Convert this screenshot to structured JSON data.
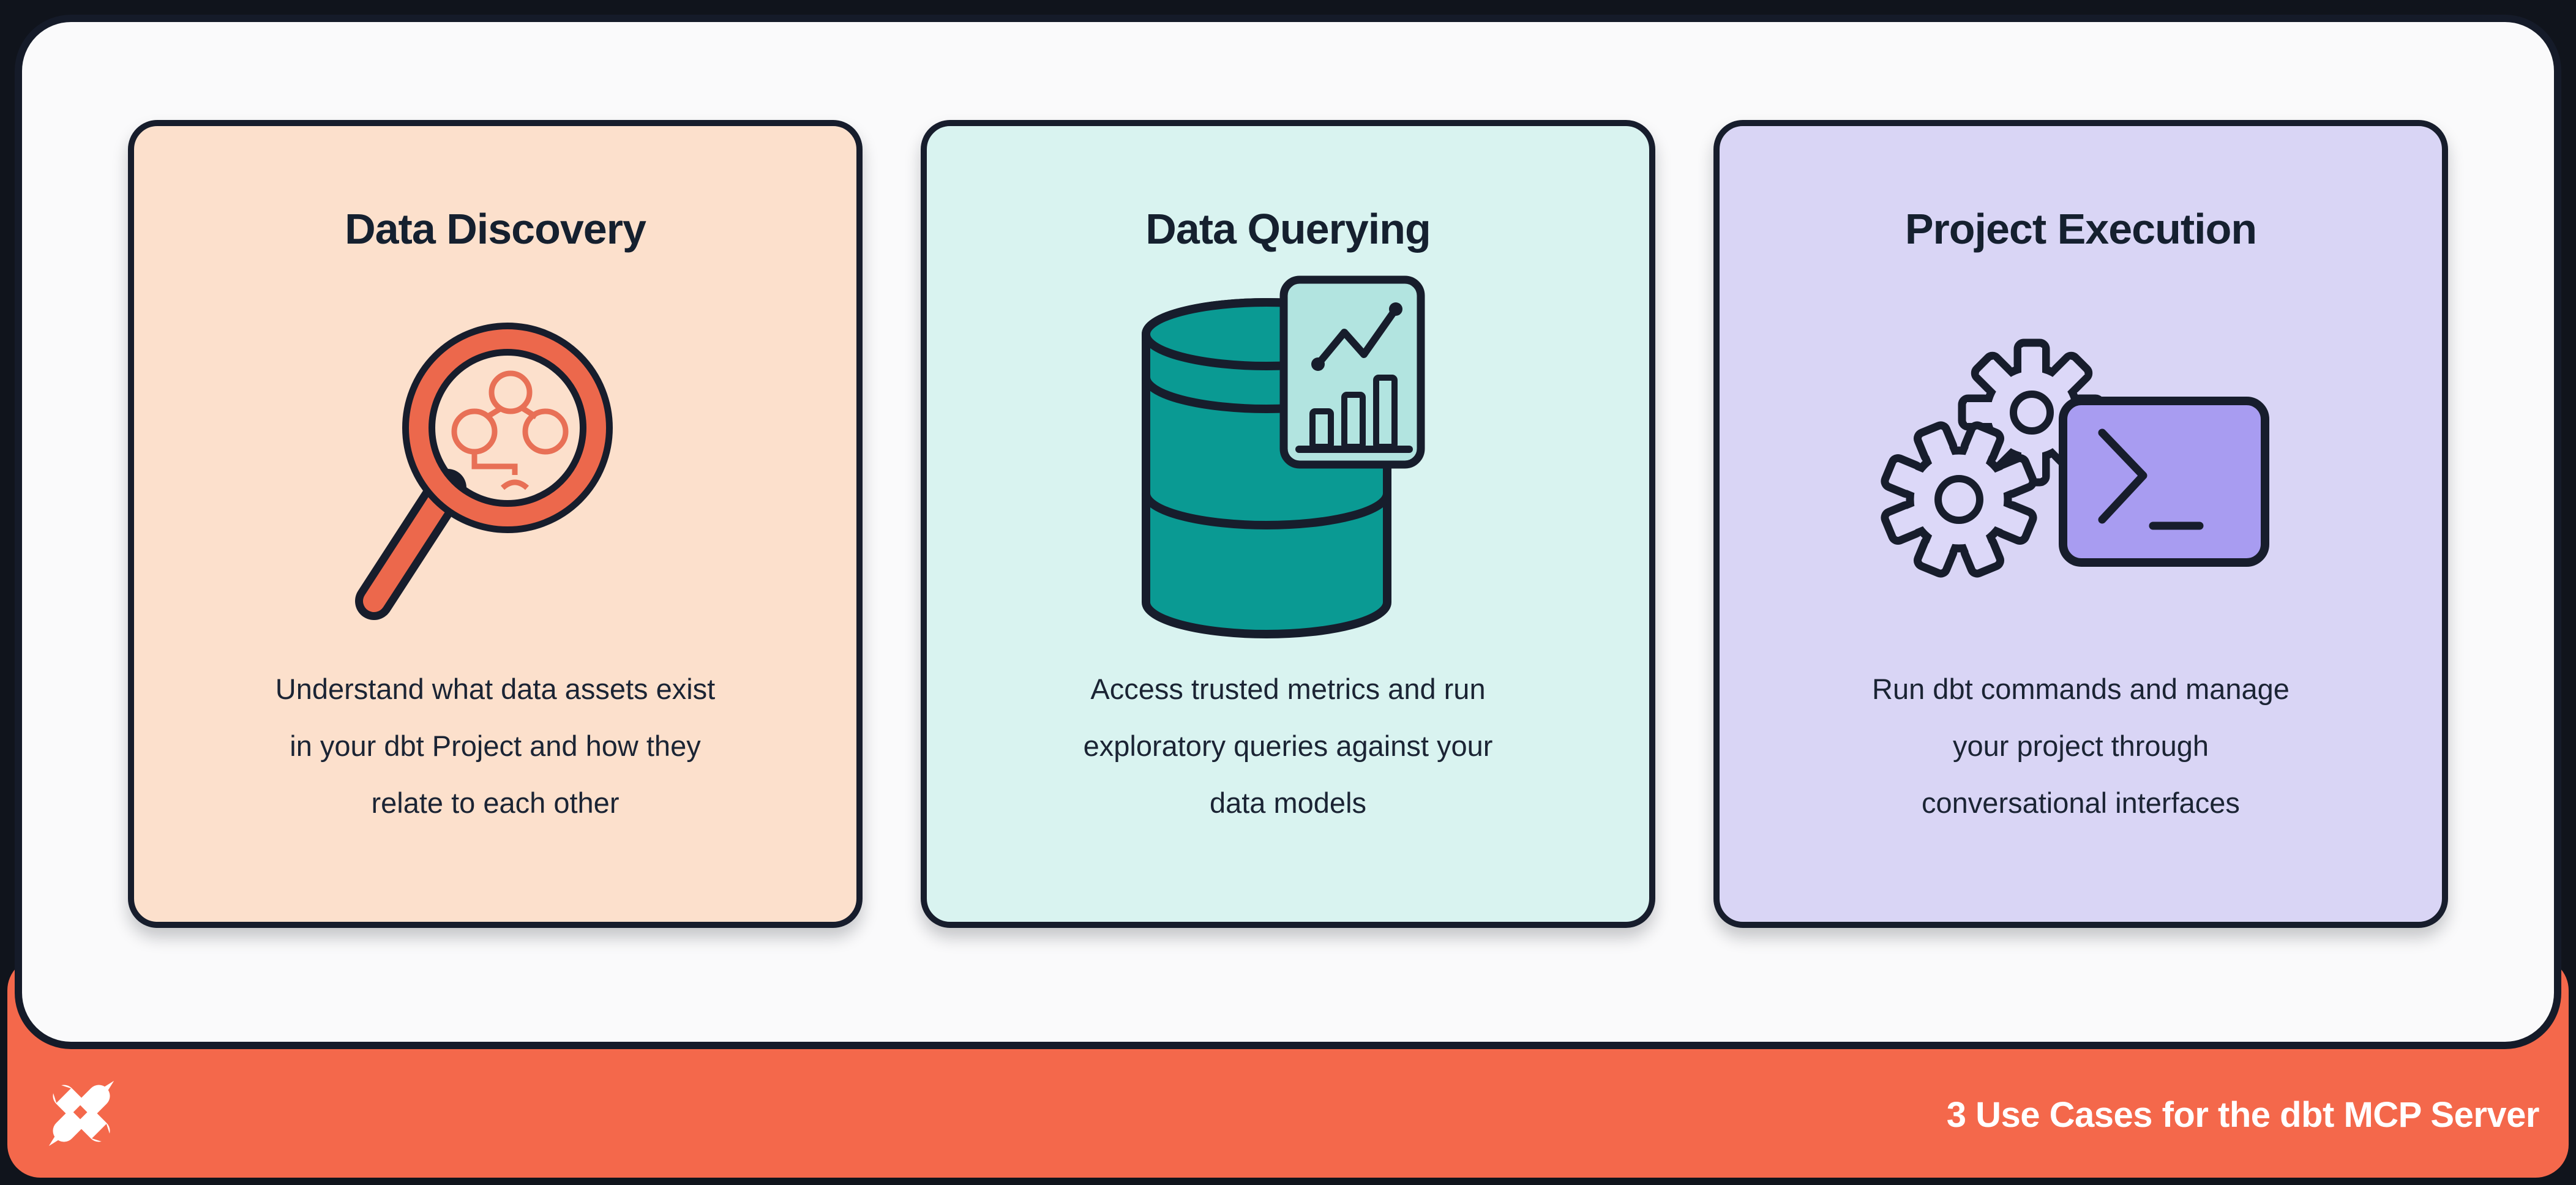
{
  "colors": {
    "background": "#10141C",
    "panel": "#FAFAFB",
    "outline": "#171D2C",
    "footer_orange": "#F4684B",
    "text": "#1B2434",
    "card1_bg": "#FCE0CC",
    "card2_bg": "#D9F3F0",
    "card3_bg": "#D9D5F5",
    "magnifier_orange": "#EC684C",
    "lineage_orange": "#E87056",
    "database_teal": "#0A9A93",
    "chart_panel_mint": "#B2E4E0",
    "terminal_purple": "#A89CF1",
    "gear_lavender": "#DCD8F8"
  },
  "cards": [
    {
      "title": "Data Discovery",
      "icon": "magnifier-lineage-icon",
      "body_lines": [
        "Understand what data assets exist",
        "in your dbt Project and how they",
        "relate to each other"
      ]
    },
    {
      "title": "Data Querying",
      "icon": "database-chart-icon",
      "body_lines": [
        "Access trusted metrics and run",
        "exploratory queries against your",
        "data models"
      ]
    },
    {
      "title": "Project Execution",
      "icon": "gears-terminal-icon",
      "body_lines": [
        "Run dbt commands and manage",
        "your project through",
        "conversational interfaces"
      ]
    }
  ],
  "footer": {
    "logo": "dbt-logo",
    "title": "3 Use Cases for the dbt MCP Server"
  }
}
